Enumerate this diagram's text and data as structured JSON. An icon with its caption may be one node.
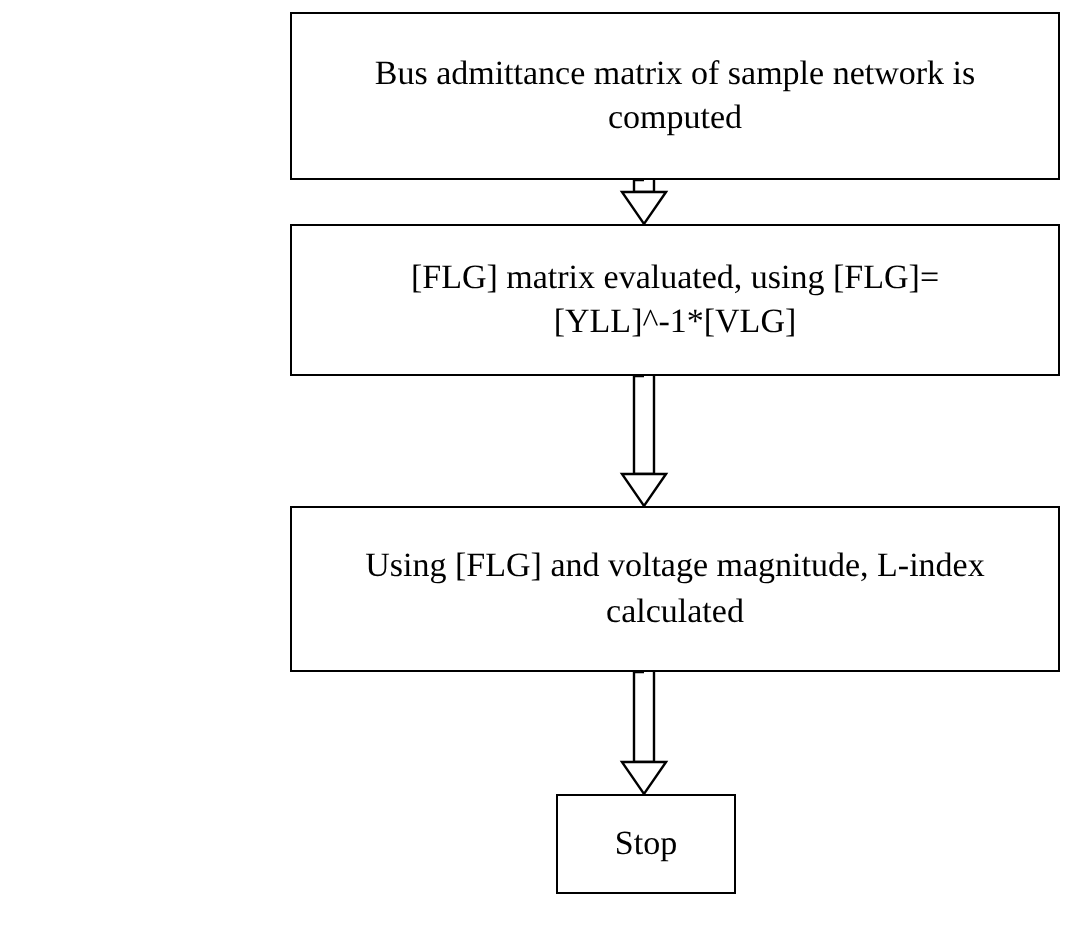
{
  "diagram": {
    "nodes": [
      {
        "text": [
          "Bus admittance matrix of sample network is computed"
        ]
      },
      {
        "text": [
          "[FLG] matrix evaluated, using [FLG]= [YLL]^-1*[VLG]"
        ]
      },
      {
        "text": [
          "Using [FLG] and voltage magnitude, L-index calculated"
        ]
      },
      {
        "text": [
          "Stop"
        ]
      }
    ],
    "edges": [
      {
        "from": 0,
        "to": 1,
        "arrow": "to"
      },
      {
        "from": 1,
        "to": 2,
        "arrow": "to"
      },
      {
        "from": 2,
        "to": 3,
        "arrow": "to"
      }
    ]
  }
}
